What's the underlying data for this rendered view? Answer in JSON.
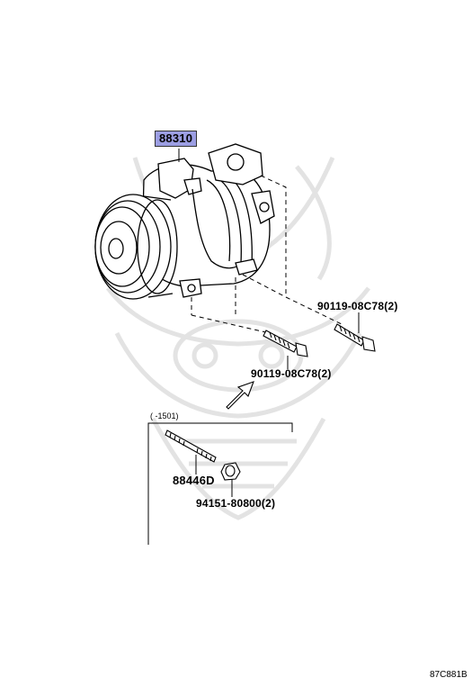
{
  "callouts": {
    "compressor": "88310",
    "bolt_upper": "90119-08C78(2)",
    "bolt_lower": "90119-08C78(2)",
    "stud": "88446D",
    "nut": "94151-80800(2)"
  },
  "range_note": "(   -1501)",
  "illustration_code": "87C881B",
  "colors": {
    "highlight": "#9c9ee3",
    "watermark": "#e6e6e6",
    "line": "#000000"
  }
}
